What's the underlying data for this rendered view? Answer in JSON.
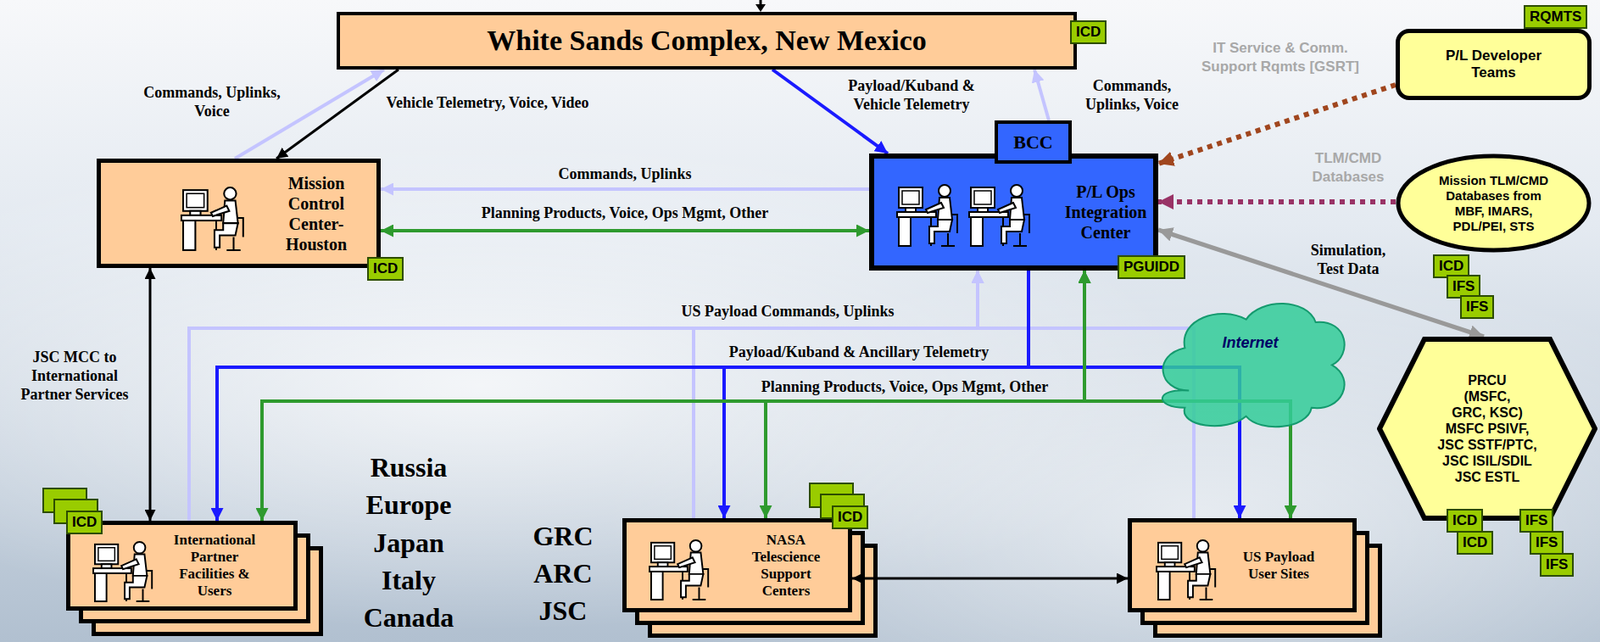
{
  "diagram": {
    "nodes": [
      {
        "text": [
          "White Sands Complex, New Mexico"
        ]
      },
      {
        "text": [
          "ICD"
        ]
      },
      {
        "text": [
          "RQMTS"
        ]
      },
      {
        "text": [
          "P/L Developer Teams"
        ]
      },
      {
        "text": [
          "Mission Control Center-Houston"
        ]
      },
      {
        "text": [
          "BCC"
        ]
      },
      {
        "text": [
          "P/L Ops Integration Center"
        ]
      },
      {
        "text": [
          "ICD"
        ]
      },
      {
        "text": [
          "PGUIDD"
        ]
      },
      {
        "text": [
          "Mission TLM/CMD Databases from MBF, IMARS, PDL/PEI, STS"
        ]
      },
      {
        "text": [
          "ICD"
        ]
      },
      {
        "text": [
          "IFS"
        ]
      },
      {
        "text": [
          "IFS"
        ]
      },
      {
        "text": [
          "Internet"
        ]
      },
      {
        "text": [
          "PRCU (MSFC, GRC, KSC)",
          "MSFC PSIVF, JSC SSTF/PTC, JSC ISIL/SDIL JSC ESTL"
        ]
      },
      {
        "text": [
          "ICD"
        ]
      },
      {
        "text": [
          "ICD"
        ]
      },
      {
        "text": [
          "IFS"
        ]
      },
      {
        "text": [
          "IFS"
        ]
      },
      {
        "text": [
          "IFS"
        ]
      },
      {
        "text": [
          "ICD"
        ]
      },
      {
        "text": [
          "ICD"
        ]
      },
      {
        "text": [
          "International Partner Facilities & Users"
        ]
      },
      {
        "text": [
          "NASA Telescience Support Centers"
        ]
      },
      {
        "text": [
          "US Payload User Sites"
        ]
      }
    ],
    "edges": [
      {
        "from": 4,
        "to": 0,
        "arrow": "to",
        "label": "Commands, Uplinks, Voice"
      },
      {
        "from": 0,
        "to": 4,
        "arrow": "to",
        "label": "Vehicle Telemetry, Voice, Video"
      },
      {
        "from": 0,
        "to": 6,
        "arrow": "to",
        "label": "Payload/Kuband & Vehicle Telemetry"
      },
      {
        "from": 5,
        "to": 0,
        "arrow": "to",
        "label": "Commands, Uplinks, Voice"
      },
      {
        "from": 3,
        "to": 6,
        "arrow": "to",
        "label": "IT Service & Comm. Support Rqmts [GSRT]"
      },
      {
        "from": 6,
        "to": 4,
        "arrow": "to",
        "label": "Commands, Uplinks"
      },
      {
        "from": 4,
        "to": 6,
        "arrow": "both",
        "label": "Planning Products, Voice, Ops Mgmt, Other"
      },
      {
        "from": 9,
        "to": 6,
        "arrow": "to",
        "label": "TLM/CMD Databases"
      },
      {
        "from": 6,
        "to": 14,
        "arrow": "both",
        "label": "Simulation, Test Data"
      },
      {
        "from": 4,
        "to": 22,
        "arrow": "both",
        "label": "JSC MCC to International Partner Services"
      },
      {
        "from": 22,
        "to": 6,
        "arrow": "to",
        "label": "US Payload Commands, Uplinks"
      },
      {
        "from": 23,
        "to": 6,
        "arrow": "to"
      },
      {
        "from": 24,
        "to": 6,
        "arrow": "to"
      },
      {
        "from": 6,
        "to": 22,
        "arrow": "to",
        "label": "Payload/Kuband & Ancillary Telemetry"
      },
      {
        "from": 6,
        "to": 23,
        "arrow": "to"
      },
      {
        "from": 6,
        "to": 24,
        "arrow": "to"
      },
      {
        "from": 6,
        "to": 22,
        "arrow": "both",
        "label": "Planning Products, Voice, Ops Mgmt, Other"
      },
      {
        "from": 6,
        "to": 23,
        "arrow": "both"
      },
      {
        "from": 6,
        "to": 24,
        "arrow": "both"
      },
      {
        "from": 23,
        "to": 24,
        "arrow": "both"
      }
    ],
    "labels": [
      "Russia",
      "Europe",
      "Japan",
      "Italy",
      "Canada",
      "GRC",
      "ARC",
      "JSC"
    ]
  }
}
